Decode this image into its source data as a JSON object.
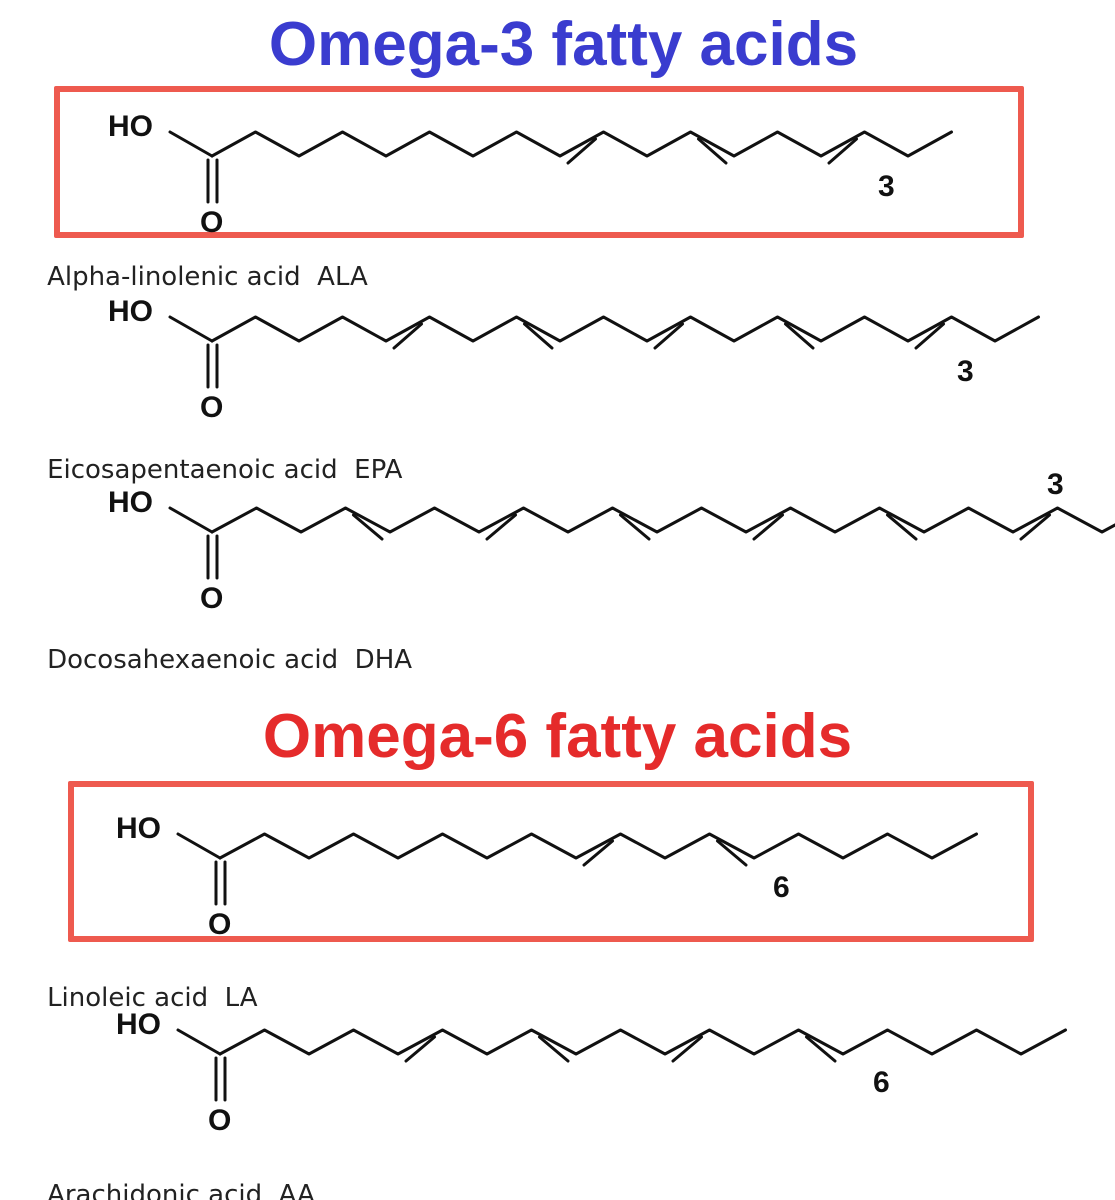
{
  "colors": {
    "omega3_title": "#3a3ccf",
    "omega6_title": "#e52b2b",
    "highlight_box": "#ee5a4f",
    "bond": "#111111"
  },
  "omega3": {
    "title": "Omega-3 fatty acids",
    "molecules": [
      {
        "hydroxyl": "HO",
        "oxygen": "O",
        "omega_label": "3",
        "name": "Alpha-linolenic acid",
        "abbr": "ALA"
      },
      {
        "hydroxyl": "HO",
        "oxygen": "O",
        "omega_label": "3",
        "name": "Eicosapentaenoic acid",
        "abbr": "EPA"
      },
      {
        "hydroxyl": "HO",
        "oxygen": "O",
        "omega_label": "3",
        "name": "Docosahexaenoic acid",
        "abbr": "DHA"
      }
    ]
  },
  "omega6": {
    "title": "Omega-6 fatty acids",
    "molecules": [
      {
        "hydroxyl": "HO",
        "oxygen": "O",
        "omega_label": "6",
        "name": "Linoleic acid",
        "abbr": "LA"
      },
      {
        "hydroxyl": "HO",
        "oxygen": "O",
        "omega_label": "6",
        "name": "Arachidonic acid",
        "abbr": "AA"
      }
    ]
  }
}
